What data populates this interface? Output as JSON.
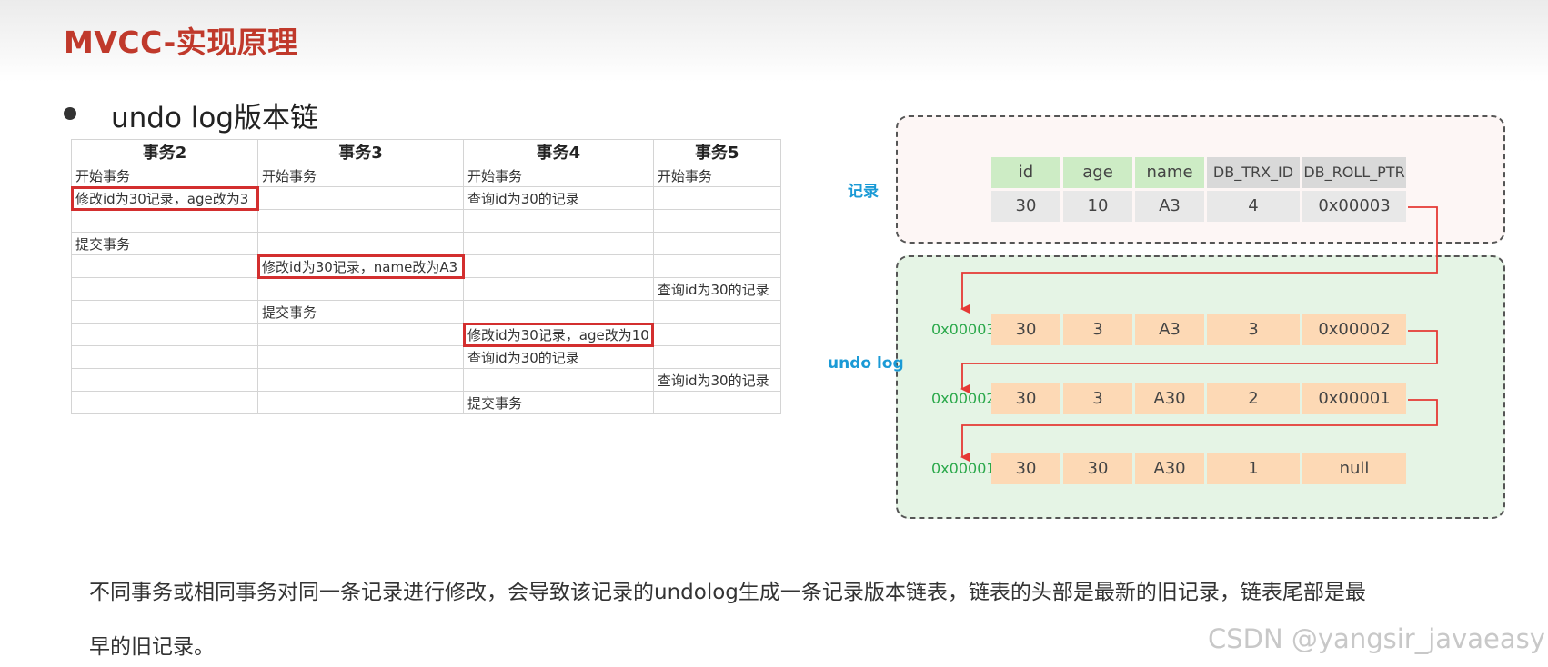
{
  "title": "MVCC-实现原理",
  "bullet": "undo log版本链",
  "transactions": {
    "headers": [
      "事务2",
      "事务3",
      "事务4",
      "事务5"
    ],
    "rows": [
      [
        "开始事务",
        "开始事务",
        "开始事务",
        "开始事务"
      ],
      [
        "修改id为30记录，age改为3",
        "",
        "查询id为30的记录",
        ""
      ],
      [
        "",
        "",
        "",
        ""
      ],
      [
        "提交事务",
        "",
        "",
        ""
      ],
      [
        "",
        "修改id为30记录，name改为A3",
        "",
        ""
      ],
      [
        "",
        "",
        "",
        "查询id为30的记录"
      ],
      [
        "",
        "提交事务",
        "",
        ""
      ],
      [
        "",
        "",
        "修改id为30记录，age改为10",
        ""
      ],
      [
        "",
        "",
        "查询id为30的记录",
        ""
      ],
      [
        "",
        "",
        "",
        "查询id为30的记录"
      ],
      [
        "",
        "",
        "提交事务",
        ""
      ]
    ]
  },
  "diagram": {
    "record_label": "记录",
    "undo_label": "undo log",
    "columns": [
      "id",
      "age",
      "name",
      "DB_TRX_ID",
      "DB_ROLL_PTR"
    ],
    "record": [
      "30",
      "10",
      "A3",
      "4",
      "0x00003"
    ],
    "undo_entries": [
      {
        "addr": "0x00003",
        "values": [
          "30",
          "3",
          "A3",
          "3",
          "0x00002"
        ]
      },
      {
        "addr": "0x00002",
        "values": [
          "30",
          "3",
          "A30",
          "2",
          "0x00001"
        ]
      },
      {
        "addr": "0x00001",
        "values": [
          "30",
          "30",
          "A30",
          "1",
          "null"
        ]
      }
    ],
    "colors": {
      "arrow": "#e53935",
      "label": "#1a9ad6",
      "addr": "#2aa84a"
    }
  },
  "description": {
    "line1": "不同事务或相同事务对同一条记录进行修改，会导致该记录的undolog生成一条记录版本链表，链表的头部是最新的旧记录，链表尾部是最",
    "line2": "早的旧记录。"
  },
  "watermark": "CSDN @yangsir_javaeasy"
}
